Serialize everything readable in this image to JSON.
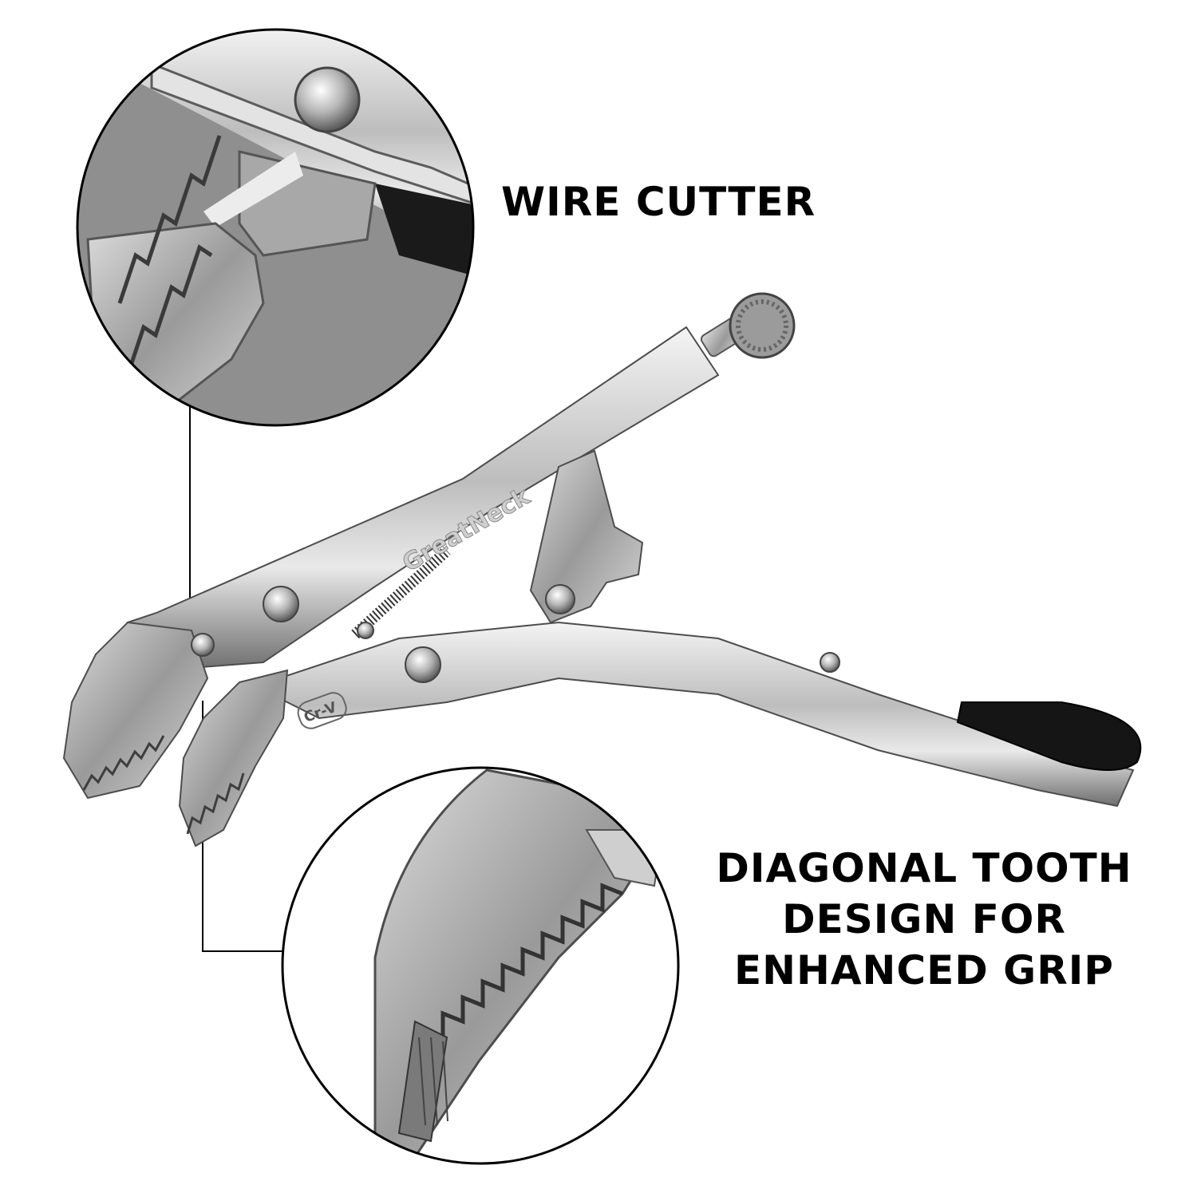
{
  "callouts": {
    "wire_cutter": {
      "label": "WIRE CUTTER"
    },
    "diagonal_tooth": {
      "lines": [
        "DIAGONAL TOOTH",
        "DESIGN FOR",
        "ENHANCED GRIP"
      ]
    }
  },
  "tool": {
    "brand_engraving": "GreatNeck",
    "material_stamp": "Cr-V"
  },
  "colors": {
    "background": "#ffffff",
    "text": "#000000",
    "chrome_light": "#e6e6e6",
    "chrome_mid": "#a9a9a9",
    "chrome_dark": "#5c5c5c",
    "grip_tip": "#111111"
  }
}
